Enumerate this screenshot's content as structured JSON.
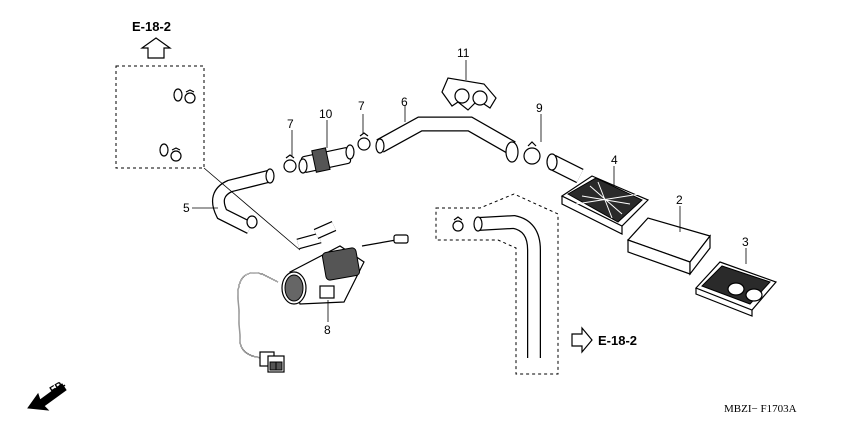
{
  "references": {
    "top": "E-18-2",
    "right": "E-18-2"
  },
  "callouts": {
    "c1": "2",
    "c2": "3",
    "c3": "4",
    "c4": "5",
    "c5": "6",
    "c6": "7",
    "c7": "7",
    "c8": "8",
    "c9": "9",
    "c10": "10",
    "c11": "11"
  },
  "front_marker": "FR.",
  "figure_code": "MBZI− F1703A"
}
